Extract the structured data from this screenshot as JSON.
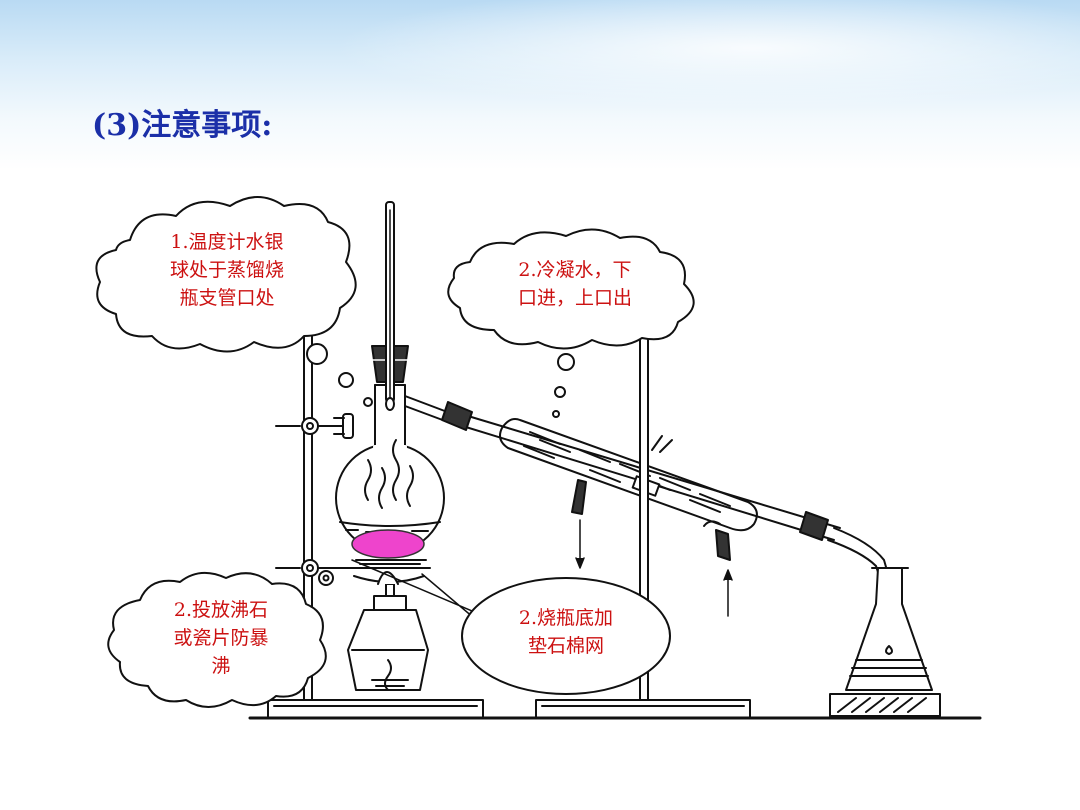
{
  "title": "(3)注意事项:",
  "callouts": {
    "thermometer": {
      "lines": [
        "1.温度计水银",
        "球处于蒸馏烧",
        "瓶支管口处"
      ]
    },
    "condenser_water": {
      "lines": [
        "2.冷凝水，下",
        "口进，上口出"
      ]
    },
    "boiling_chips": {
      "lines": [
        "2.投放沸石",
        "或瓷片防暴",
        "沸"
      ]
    },
    "asbestos_gauze": {
      "lines": [
        "2.烧瓶底加",
        "垫石棉网"
      ]
    }
  },
  "colors": {
    "title": "#1b2fa8",
    "callout_text": "#cc1111",
    "highlight": "#ee44cc",
    "line": "#111111"
  },
  "icons": [
    "thought-bubble",
    "thermometer",
    "distillation-flask",
    "condenser",
    "alcohol-lamp",
    "erlenmeyer-flask",
    "iron-stand"
  ]
}
